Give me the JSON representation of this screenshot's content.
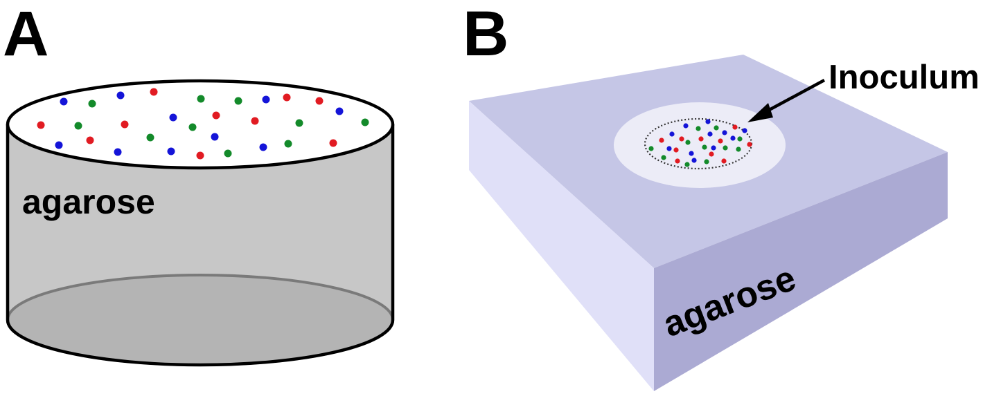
{
  "figure": {
    "panel_a": {
      "letter": "A",
      "material_label": "agarose"
    },
    "panel_b": {
      "letter": "B",
      "material_label": "agarose",
      "inoculum_label": "Inoculum"
    }
  },
  "colors": {
    "dot_red": "#e11b22",
    "dot_green": "#138a2a",
    "dot_blue": "#1414d8",
    "cylinder_side": "#c7c7c7",
    "cylinder_bottom": "#b4b4b4",
    "slab_top": "#c5c6e6",
    "slab_front": "#abaad3",
    "slab_left": "#e0e0f8",
    "spot_fill": "#ececf7"
  }
}
